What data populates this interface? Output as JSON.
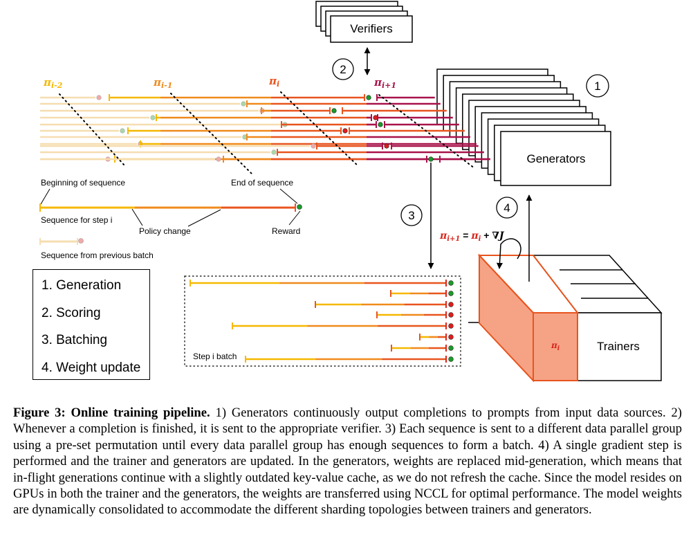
{
  "diagram": {
    "policy_labels": {
      "prev2": "π",
      "prev2_sub": "i-2",
      "prev1": "π",
      "prev1_sub": "i-1",
      "current": "π",
      "current_sub": "i",
      "next": "π",
      "next_sub": "i+1"
    },
    "nodes": {
      "verifiers": "Verifiers",
      "generators": "Generators",
      "trainers": "Trainers",
      "trainer_policy": "π",
      "trainer_policy_sub": "i"
    },
    "steps": [
      "1",
      "2",
      "3",
      "4"
    ],
    "update_rule": {
      "lhs": "π",
      "lhs_sub": "i+1",
      "eq": " = ",
      "rhs": "π",
      "rhs_sub": "i",
      "plus": " + ",
      "grad": "∇J"
    },
    "annotations": {
      "beginning": "Beginning of sequence",
      "end": "End of sequence",
      "seq_step": "Sequence for step i",
      "policy_change": "Policy change",
      "reward": "Reward",
      "prev_batch": "Sequence from previous batch",
      "batch_label": "Step i batch"
    },
    "legend": [
      "1. Generation",
      "2. Scoring",
      "3. Batching",
      "4. Weight update"
    ],
    "colors": {
      "yellow": "#f5b800",
      "orange": "#f08a1c",
      "dark_orange": "#e8541e",
      "red": "#d8261c",
      "crimson": "#a8124a",
      "faded": "#f6ddb0",
      "green_dot": "#1a9b2a",
      "red_dot": "#e01c1c",
      "trainer_fill": "#f6a385"
    }
  },
  "caption": {
    "title": "Figure 3: Online training pipeline.",
    "body": " 1) Generators continuously output completions to prompts from input data sources. 2) Whenever a completion is finished, it is sent to the appropriate verifier. 3) Each sequence is sent to a different data parallel group using a pre-set permutation until every data parallel group has enough sequences to form a batch. 4) A single gradient step is performed and the trainer and generators are updated. In the generators, weights are replaced mid-generation, which means that in-flight generations continue with a slightly outdated key-value cache, as we do not refresh the cache. Since the model resides on GPUs in both the trainer and the generators, the weights are transferred using NCCL for optimal performance. The model weights are dynamically consolidated to accommodate the different sharding topologies between trainers and generators."
  }
}
